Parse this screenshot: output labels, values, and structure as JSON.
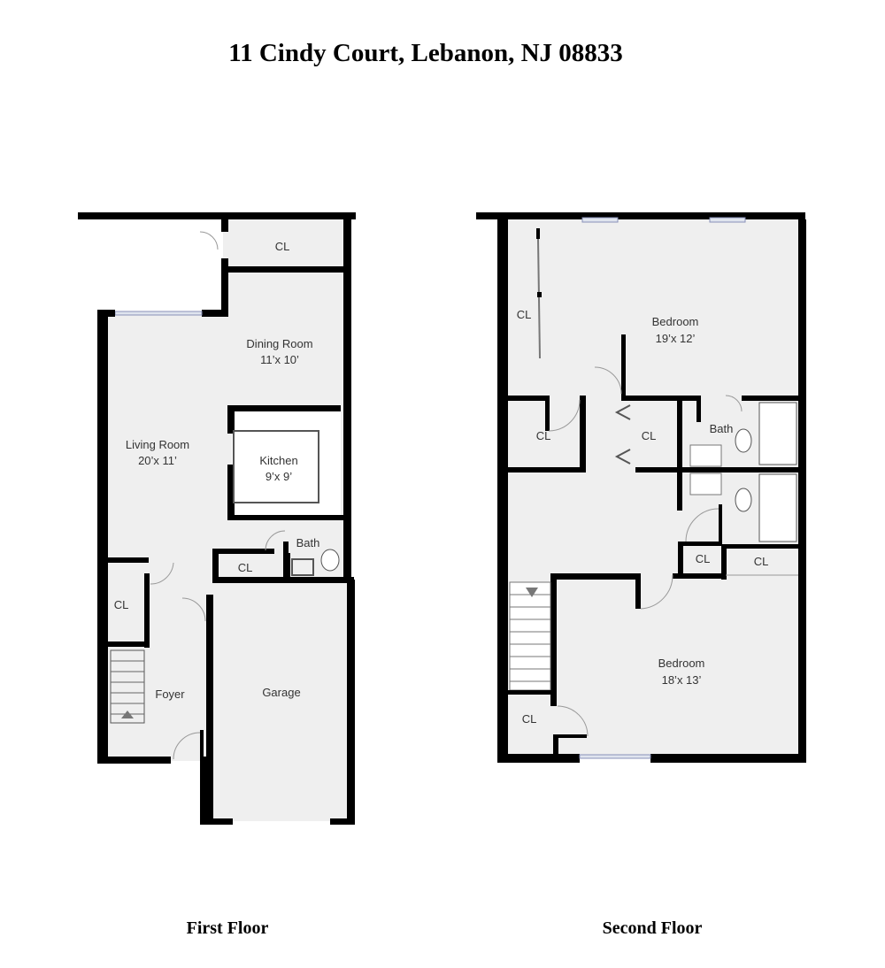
{
  "title": "11 Cindy Court, Lebanon, NJ 08833",
  "first_floor": {
    "label": "First Floor",
    "rooms": {
      "closet_top": "CL",
      "dining_name": "Dining Room",
      "dining_size": "11’x 10’",
      "living_name": "Living Room",
      "living_size": "20’x 11’",
      "kitchen_name": "Kitchen",
      "kitchen_size": "9’x 9’",
      "bath": "Bath",
      "closet_mid": "CL",
      "closet_left": "CL",
      "foyer": "Foyer",
      "garage": "Garage"
    }
  },
  "second_floor": {
    "label": "Second Floor",
    "rooms": {
      "closet_wall": "CL",
      "bedroom1_name": "Bedroom",
      "bedroom1_size": "19’x 12’",
      "closet_a": "CL",
      "closet_b": "CL",
      "bath": "Bath",
      "closet_c": "CL",
      "closet_d": "CL",
      "bedroom2_name": "Bedroom",
      "bedroom2_size": "18’x 13’",
      "closet_e": "CL"
    }
  }
}
